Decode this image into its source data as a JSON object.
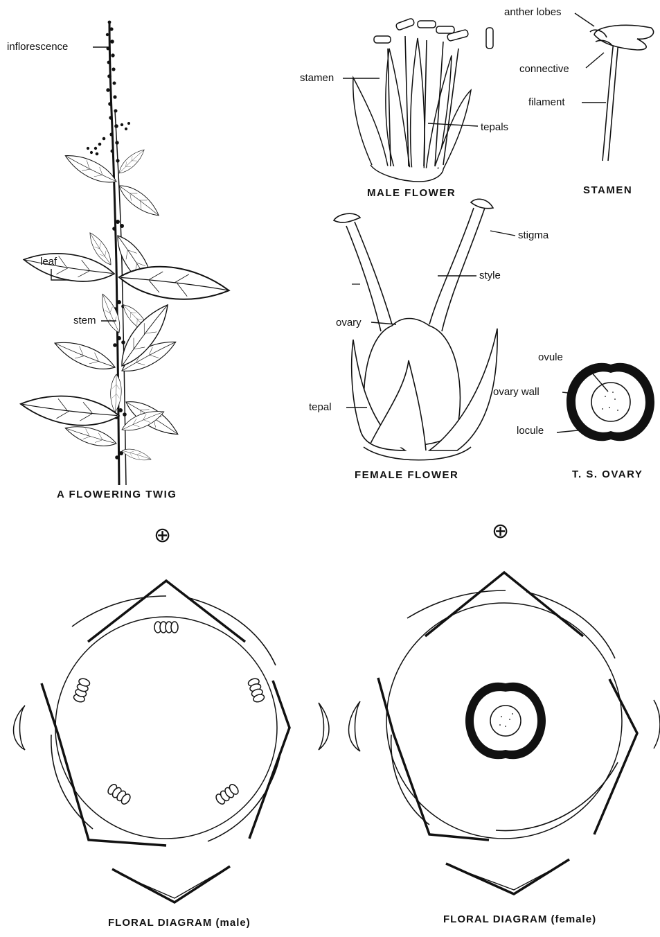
{
  "symbols": {
    "actinomorphic": "⊕"
  },
  "twig": {
    "caption": "A FLOWERING TWIG",
    "labels": {
      "inflorescence": "inflorescence",
      "leaf": "leaf",
      "stem": "stem"
    }
  },
  "male_flower": {
    "caption": "MALE FLOWER",
    "labels": {
      "stamen": "stamen",
      "tepals": "tepals"
    }
  },
  "stamen": {
    "caption": "STAMEN",
    "labels": {
      "anther_lobes": "anther lobes",
      "connective": "connective",
      "filament": "filament"
    }
  },
  "female_flower": {
    "caption": "FEMALE FLOWER",
    "labels": {
      "stigma": "stigma",
      "style": "style",
      "ovary": "ovary",
      "tepal": "tepal"
    }
  },
  "ts_ovary": {
    "caption": "T. S. OVARY",
    "labels": {
      "ovule": "ovule",
      "ovary_wall": "ovary wall",
      "locule": "locule"
    }
  },
  "floral_diagram_male": {
    "caption": "FLORAL DIAGRAM (male)"
  },
  "floral_diagram_female": {
    "caption": "FLORAL DIAGRAM (female)"
  }
}
